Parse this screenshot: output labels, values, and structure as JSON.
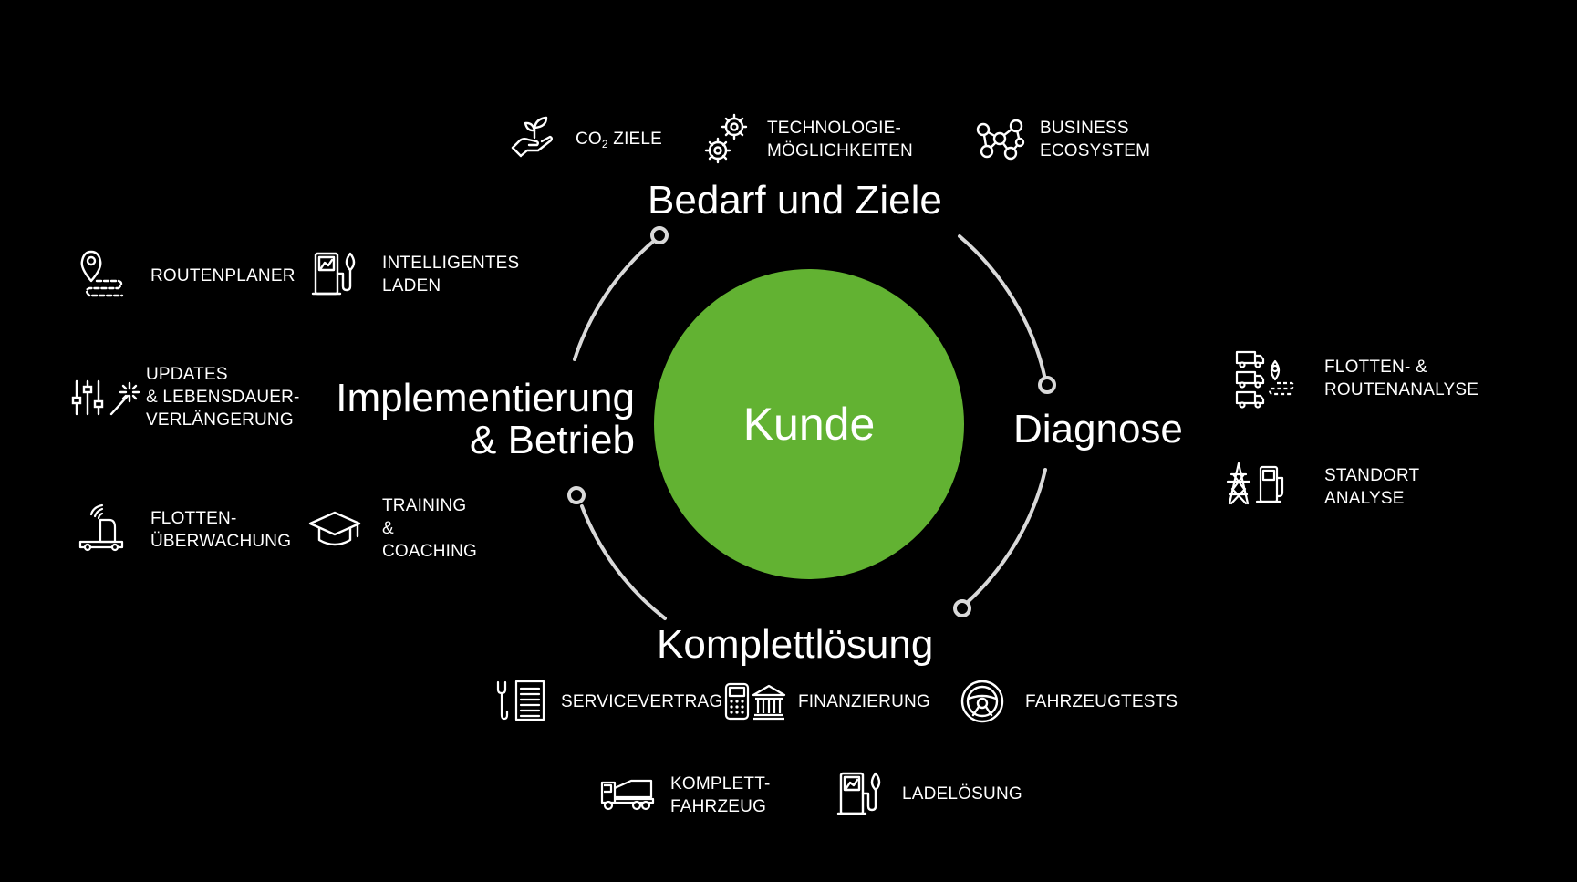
{
  "colors": {
    "background": "#000000",
    "center": "#62b232",
    "ring": "#d9d9d9",
    "text": "#ffffff"
  },
  "center": {
    "label": "Kunde"
  },
  "phases": {
    "top": "Bedarf und Ziele",
    "right": "Diagnose",
    "bottom": "Komplettlösung",
    "left_line1": "Implementierung",
    "left_line2": "& Betrieb"
  },
  "items": {
    "co2": {
      "prefix": "CO",
      "sub": "2",
      "suffix": " ZIELE",
      "icon": "hand-plant-icon"
    },
    "technologie": {
      "line1": "TECHNOLOGIE-",
      "line2": "MÖGLICHKEITEN",
      "icon": "gears-icon"
    },
    "business": {
      "line1": "BUSINESS",
      "line2": "ECOSYSTEM",
      "icon": "network-icon"
    },
    "flotten_routen": {
      "line1": "FLOTTEN- &",
      "line2": "ROUTENANALYSE",
      "icon": "trucks-route-icon"
    },
    "standort": {
      "line1": "STANDORT",
      "line2": "ANALYSE",
      "icon": "pylon-charger-icon"
    },
    "servicevertrag": {
      "line1": "SERVICEVERTRAG",
      "icon": "wrench-document-icon"
    },
    "finanzierung": {
      "line1": "FINANZIERUNG",
      "icon": "calculator-bank-icon"
    },
    "fahrzeugtests": {
      "line1": "FAHRZEUGTESTS",
      "icon": "steering-wheel-icon"
    },
    "komplettfahrzeug": {
      "line1": "KOMPLETT-",
      "line2": "FAHRZEUG",
      "icon": "truck-icon"
    },
    "ladeloesung": {
      "line1": "LADELÖSUNG",
      "icon": "charging-station-icon"
    },
    "routenplaner": {
      "line1": "ROUTENPLANER",
      "icon": "route-pin-icon"
    },
    "intelligentes_laden": {
      "line1": "INTELLIGENTES",
      "line2": "LADEN",
      "icon": "charging-station-icon"
    },
    "updates": {
      "line1": "UPDATES",
      "line2": "& LEBENSDAUER-",
      "line3": "VERLÄNGERUNG",
      "icon": "sliders-wand-icon"
    },
    "flottenueberwachung": {
      "line1": "FLOTTEN-",
      "line2": "ÜBERWACHUNG",
      "icon": "connected-truck-icon"
    },
    "training": {
      "line1": "TRAINING",
      "line2": "&",
      "line3": "COACHING",
      "icon": "graduation-cap-icon"
    }
  }
}
